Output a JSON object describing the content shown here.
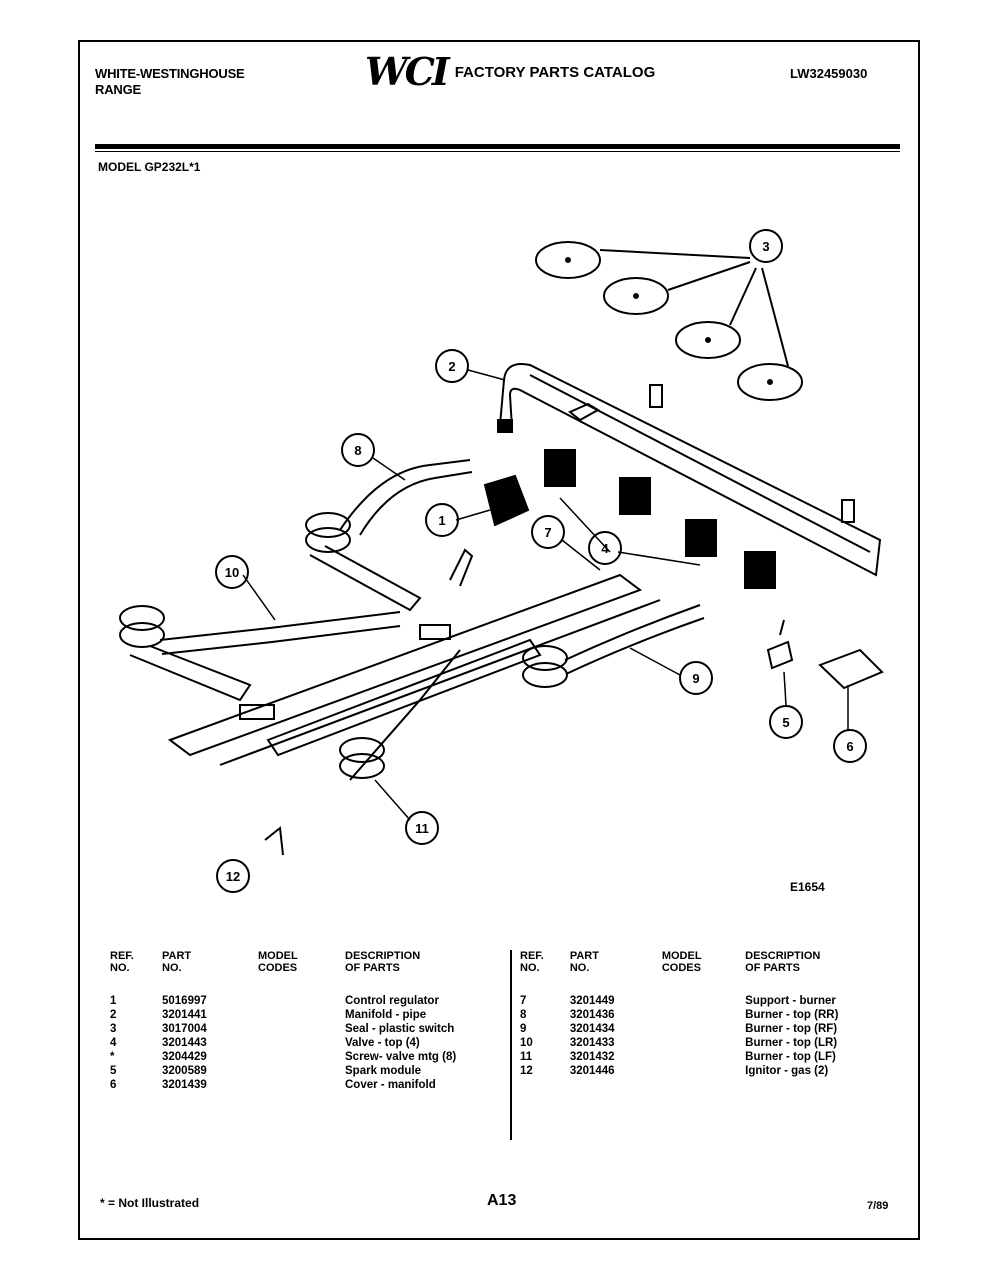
{
  "header": {
    "brand_line1": "WHITE-WESTINGHOUSE",
    "brand_line2": "RANGE",
    "logo_text": "WCI",
    "catalog_title": "FACTORY PARTS CATALOG",
    "catalog_number": "LW32459030"
  },
  "model_line": "MODEL GP232L*1",
  "diagram": {
    "code": "E1654",
    "callouts": [
      "1",
      "2",
      "3",
      "4",
      "5",
      "6",
      "7",
      "8",
      "9",
      "10",
      "11",
      "12"
    ]
  },
  "table_headers": {
    "ref_line1": "REF.",
    "ref_line2": "NO.",
    "part_line1": "PART",
    "part_line2": "NO.",
    "model_line1": "MODEL",
    "model_line2": "CODES",
    "desc_line1": "DESCRIPTION",
    "desc_line2": "OF PARTS"
  },
  "parts_left": [
    {
      "ref": "1",
      "part": "5016997",
      "model": "",
      "desc": "Control regulator"
    },
    {
      "ref": "2",
      "part": "3201441",
      "model": "",
      "desc": "Manifold - pipe"
    },
    {
      "ref": "3",
      "part": "3017004",
      "model": "",
      "desc": "Seal - plastic switch"
    },
    {
      "ref": "4",
      "part": "3201443",
      "model": "",
      "desc": "Valve - top (4)"
    },
    {
      "ref": "*",
      "part": "3204429",
      "model": "",
      "desc": "Screw- valve mtg (8)"
    },
    {
      "ref": "5",
      "part": "3200589",
      "model": "",
      "desc": "Spark module"
    },
    {
      "ref": "6",
      "part": "3201439",
      "model": "",
      "desc": "Cover - manifold"
    }
  ],
  "parts_right": [
    {
      "ref": "7",
      "part": "3201449",
      "model": "",
      "desc": "Support - burner"
    },
    {
      "ref": "8",
      "part": "3201436",
      "model": "",
      "desc": "Burner - top (RR)"
    },
    {
      "ref": "9",
      "part": "3201434",
      "model": "",
      "desc": "Burner - top (RF)"
    },
    {
      "ref": "10",
      "part": "3201433",
      "model": "",
      "desc": "Burner - top (LR)"
    },
    {
      "ref": "11",
      "part": "3201432",
      "model": "",
      "desc": "Burner - top (LF)"
    },
    {
      "ref": "12",
      "part": "3201446",
      "model": "",
      "desc": "Ignitor - gas (2)"
    }
  ],
  "footer": {
    "footnote": "* = Not Illustrated",
    "page": "A13",
    "date": "7/89"
  }
}
